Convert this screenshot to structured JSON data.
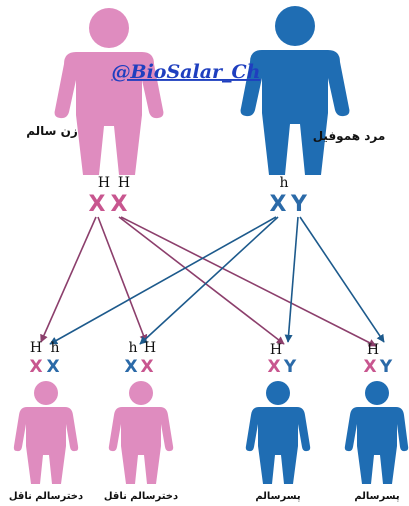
{
  "colors": {
    "female": "#df8cbf",
    "male": "#1f6db3",
    "x_female": "#c8568f",
    "x_male": "#2b6aa8",
    "line_female": "#8c3f6c",
    "line_male": "#1d5a8c",
    "watermark": "#1f3fbf"
  },
  "watermark": "@BioSalar_Ch",
  "parents": {
    "mother": {
      "label": "زن سالم",
      "alleles": [
        "H",
        "H"
      ],
      "chromosomes": [
        "X",
        "X"
      ]
    },
    "father": {
      "label": "مرد هموفیل",
      "alleles": [
        "h"
      ],
      "chromosomes": [
        "X",
        "Y"
      ]
    }
  },
  "children": [
    {
      "label": "دخترسالم ناقل",
      "alleles": [
        "H",
        "h"
      ],
      "chromosomes": [
        "X",
        "X"
      ],
      "sex": "female"
    },
    {
      "label": "دخترسالم ناقل",
      "alleles": [
        "h",
        "H"
      ],
      "chromosomes": [
        "X",
        "X"
      ],
      "sex": "female"
    },
    {
      "label": "پسرسالم",
      "alleles": [
        "H"
      ],
      "chromosomes": [
        "X",
        "Y"
      ],
      "sex": "male"
    },
    {
      "label": "پسرسالم",
      "alleles": [
        "H"
      ],
      "chromosomes": [
        "X",
        "Y"
      ],
      "sex": "male"
    }
  ],
  "icons": [
    "female-figure-icon",
    "male-figure-icon"
  ]
}
